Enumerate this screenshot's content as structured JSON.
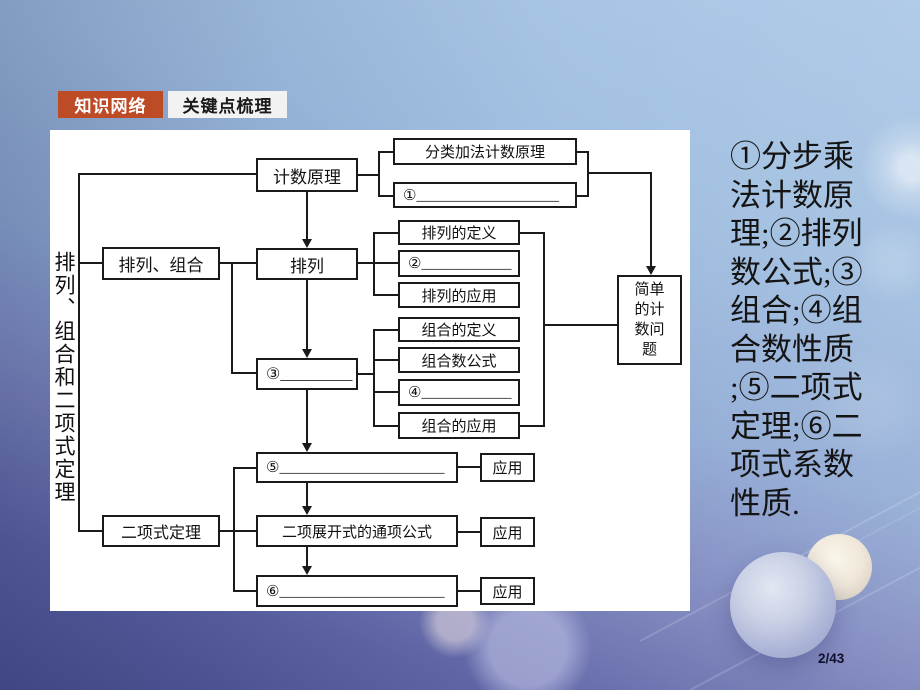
{
  "tabs": {
    "knowledge_network": "知识网络",
    "key_points": "关键点梳理"
  },
  "diagram": {
    "side_label": "排列、组合和二项式定理",
    "nodes": {
      "counting_principle": "计数原理",
      "classification_addition": "分类加法计数原理",
      "blank_1": "①___________________",
      "perm_comb": "排列、组合",
      "perm": "排列",
      "perm_def": "排列的定义",
      "blank_2": "②____________",
      "perm_app": "排列的应用",
      "blank_3": "③_________",
      "comb_def": "组合的定义",
      "comb_formula": "组合数公式",
      "blank_4": "④____________",
      "comb_app": "组合的应用",
      "simple_counting": "简单的计数问题",
      "blank_5": "⑤______________________",
      "binomial_theorem": "二项式定理",
      "general_term": "二项展开式的通项公式",
      "blank_6": "⑥______________________",
      "app_1": "应用",
      "app_2": "应用",
      "app_3": "应用"
    }
  },
  "side_note": {
    "text": "①分步乘\n法计数原\n理;②排列\n数公式;③\n组合;④组\n合数性质\n;⑤二项式\n定理;⑥二\n项式系数\n性质."
  },
  "footer": {
    "page_number": "2/43"
  },
  "colors": {
    "tab_active_bg": "#BC4B26",
    "panel_bg": "#FFFFFF",
    "line": "#1A1A1A",
    "bg_top": "#A8C6E5",
    "bg_bottom": "#4A5090"
  }
}
